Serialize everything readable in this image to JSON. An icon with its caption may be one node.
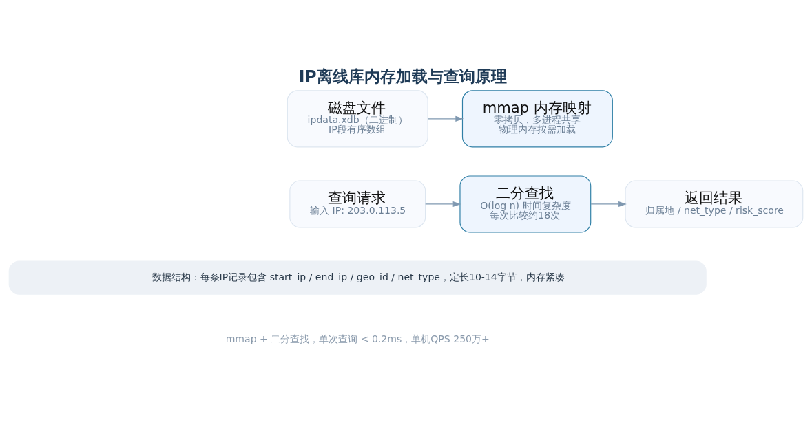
{
  "diagram": {
    "title": "IP离线库内存加载与查询原理",
    "nodes": [
      {
        "text": [
          "磁盘文件",
          "ipdata.xdb（二进制）",
          "IP段有序数组"
        ]
      },
      {
        "text": [
          "mmap 内存映射",
          "零拷贝，多进程共享",
          "物理内存按需加载"
        ]
      },
      {
        "text": [
          "查询请求",
          "输入 IP: 203.0.113.5"
        ]
      },
      {
        "text": [
          "二分查找",
          "O(log n) 时间复杂度",
          "每次比较约18次"
        ]
      },
      {
        "text": [
          "返回结果",
          "归属地 / net_type / risk_score"
        ]
      },
      {
        "text": [
          "数据结构：每条IP记录包含 start_ip / end_ip / geo_id / net_type，定长10-14字节，内存紧凑"
        ]
      }
    ],
    "edges": [
      {
        "from": 0,
        "to": 1,
        "arrow": "to"
      },
      {
        "from": 2,
        "to": 3,
        "arrow": "to"
      },
      {
        "from": 3,
        "to": 4,
        "arrow": "to"
      }
    ],
    "labels": [
      "mmap + 二分查找，单次查询 < 0.2ms，单机QPS 250万+"
    ]
  }
}
